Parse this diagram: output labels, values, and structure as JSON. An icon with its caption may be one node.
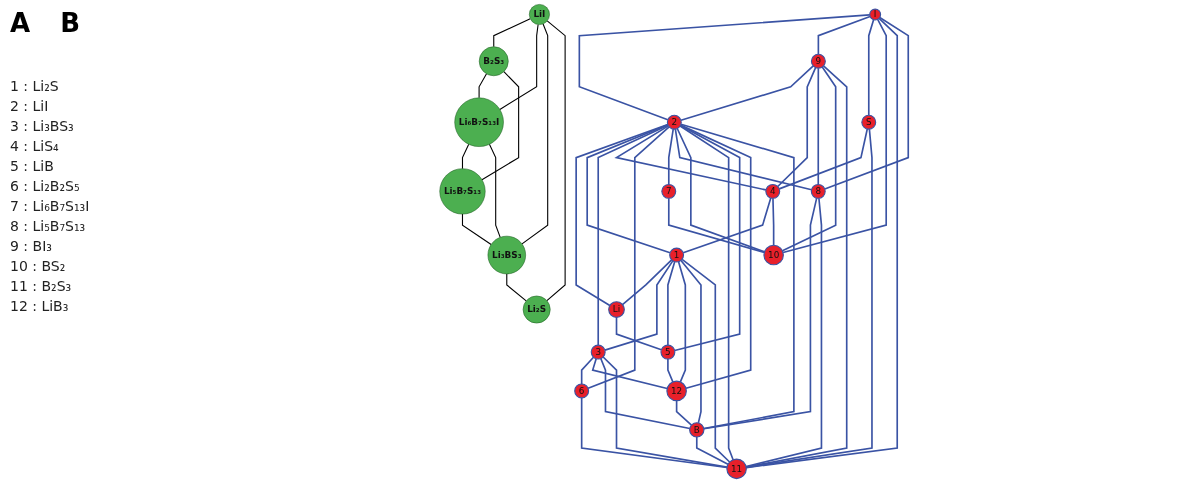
{
  "diagram": {
    "nodes": [
      {
        "text": [
          "I"
        ]
      },
      {
        "text": [
          "9"
        ]
      },
      {
        "text": [
          "2"
        ]
      },
      {
        "text": [
          "S"
        ]
      },
      {
        "text": [
          "4"
        ]
      },
      {
        "text": [
          "1"
        ]
      },
      {
        "text": [
          "3"
        ]
      },
      {
        "text": [
          "7"
        ]
      },
      {
        "text": [
          "6"
        ]
      },
      {
        "text": [
          "8"
        ]
      },
      {
        "text": [
          "10"
        ]
      },
      {
        "text": [
          "11"
        ]
      },
      {
        "text": [
          "Li"
        ]
      },
      {
        "text": [
          "5"
        ]
      },
      {
        "text": [
          "12"
        ]
      },
      {
        "text": [
          "B"
        ]
      },
      {
        "text": [
          "LiI"
        ]
      },
      {
        "text": [
          "B₂S₃"
        ]
      },
      {
        "text": [
          "Li₆B₇S₁₃I"
        ]
      },
      {
        "text": [
          "Li₅B₇S₁₃"
        ]
      },
      {
        "text": [
          "Li₃BS₃"
        ]
      },
      {
        "text": [
          "Li₂S"
        ]
      }
    ],
    "edges": [
      {
        "from": 0,
        "to": 2,
        "arrow": "none"
      },
      {
        "from": 0,
        "to": 1,
        "arrow": "none"
      },
      {
        "from": 0,
        "to": 3,
        "arrow": "none"
      },
      {
        "from": 0,
        "to": 10,
        "arrow": "none"
      },
      {
        "from": 0,
        "to": 11,
        "arrow": "none"
      },
      {
        "from": 0,
        "to": 9,
        "arrow": "none"
      },
      {
        "from": 1,
        "to": 2,
        "arrow": "none"
      },
      {
        "from": 1,
        "to": 4,
        "arrow": "none"
      },
      {
        "from": 1,
        "to": 9,
        "arrow": "none"
      },
      {
        "from": 1,
        "to": 10,
        "arrow": "none"
      },
      {
        "from": 1,
        "to": 11,
        "arrow": "none"
      },
      {
        "from": 2,
        "to": 12,
        "arrow": "none"
      },
      {
        "from": 2,
        "to": 5,
        "arrow": "none"
      },
      {
        "from": 2,
        "to": 6,
        "arrow": "none"
      },
      {
        "from": 2,
        "to": 4,
        "arrow": "none"
      },
      {
        "from": 2,
        "to": 8,
        "arrow": "none"
      },
      {
        "from": 2,
        "to": 7,
        "arrow": "none"
      },
      {
        "from": 2,
        "to": 9,
        "arrow": "none"
      },
      {
        "from": 2,
        "to": 10,
        "arrow": "none"
      },
      {
        "from": 2,
        "to": 11,
        "arrow": "none"
      },
      {
        "from": 2,
        "to": 13,
        "arrow": "none"
      },
      {
        "from": 2,
        "to": 14,
        "arrow": "none"
      },
      {
        "from": 2,
        "to": 15,
        "arrow": "none"
      },
      {
        "from": 3,
        "to": 4,
        "arrow": "none"
      },
      {
        "from": 3,
        "to": 11,
        "arrow": "none"
      },
      {
        "from": 4,
        "to": 5,
        "arrow": "none"
      },
      {
        "from": 4,
        "to": 10,
        "arrow": "none"
      },
      {
        "from": 5,
        "to": 12,
        "arrow": "none"
      },
      {
        "from": 5,
        "to": 6,
        "arrow": "none"
      },
      {
        "from": 5,
        "to": 13,
        "arrow": "none"
      },
      {
        "from": 5,
        "to": 14,
        "arrow": "none"
      },
      {
        "from": 5,
        "to": 15,
        "arrow": "none"
      },
      {
        "from": 5,
        "to": 11,
        "arrow": "none"
      },
      {
        "from": 6,
        "to": 8,
        "arrow": "none"
      },
      {
        "from": 6,
        "to": 14,
        "arrow": "none"
      },
      {
        "from": 6,
        "to": 15,
        "arrow": "none"
      },
      {
        "from": 6,
        "to": 11,
        "arrow": "none"
      },
      {
        "from": 7,
        "to": 10,
        "arrow": "none"
      },
      {
        "from": 9,
        "to": 15,
        "arrow": "none"
      },
      {
        "from": 9,
        "to": 11,
        "arrow": "none"
      },
      {
        "from": 8,
        "to": 11,
        "arrow": "none"
      },
      {
        "from": 12,
        "to": 13,
        "arrow": "none"
      },
      {
        "from": 13,
        "to": 14,
        "arrow": "none"
      },
      {
        "from": 14,
        "to": 15,
        "arrow": "none"
      },
      {
        "from": 15,
        "to": 11,
        "arrow": "none"
      },
      {
        "from": 16,
        "to": 17,
        "arrow": "none",
        "color": "#000000"
      },
      {
        "from": 16,
        "to": 18,
        "arrow": "none",
        "color": "#000000"
      },
      {
        "from": 16,
        "to": 20,
        "arrow": "none",
        "color": "#000000"
      },
      {
        "from": 16,
        "to": 21,
        "arrow": "none",
        "color": "#000000"
      },
      {
        "from": 17,
        "to": 18,
        "arrow": "none",
        "color": "#000000"
      },
      {
        "from": 17,
        "to": 19,
        "arrow": "none",
        "color": "#000000"
      },
      {
        "from": 18,
        "to": 19,
        "arrow": "none",
        "color": "#000000"
      },
      {
        "from": 18,
        "to": 20,
        "arrow": "none",
        "color": "#000000"
      },
      {
        "from": 19,
        "to": 20,
        "arrow": "none",
        "color": "#000000"
      },
      {
        "from": 20,
        "to": 21,
        "arrow": "none",
        "color": "#000000"
      }
    ],
    "labels": [
      "A",
      "B",
      "1 : Li₂S",
      "2 : LiI",
      "3 : Li₃BS₃",
      "4 : LiS₄",
      "5 : LiB",
      "6 : Li₂B₂S₅",
      "7 : Li₆B₇S₁₃I",
      "8 : Li₅B₇S₁₃",
      "9 : BI₃",
      "10 : BS₂",
      "11 : B₂S₃",
      "12 : LiB₃"
    ]
  }
}
